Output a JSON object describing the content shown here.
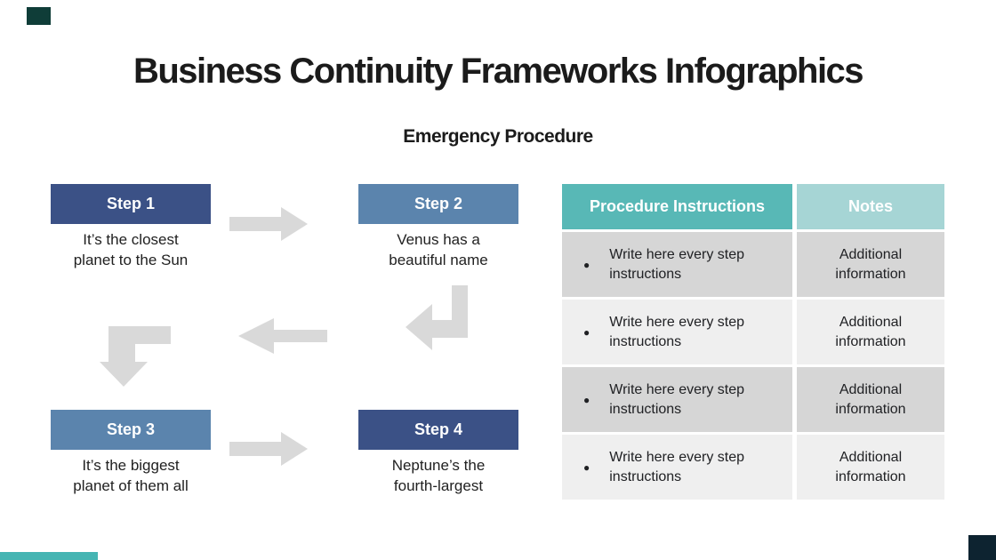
{
  "slide": {
    "title": "Business Continuity Frameworks Infographics",
    "subtitle": "Emergency Procedure"
  },
  "steps": [
    {
      "label": "Step 1",
      "caption": [
        "It’s the closest",
        "planet to the Sun"
      ]
    },
    {
      "label": "Step 2",
      "caption": [
        "Venus has a",
        "beautiful name"
      ]
    },
    {
      "label": "Step 3",
      "caption": [
        "It’s the biggest",
        "planet of them all"
      ]
    },
    {
      "label": "Step 4",
      "caption": [
        "Neptune’s the",
        "fourth-largest"
      ]
    }
  ],
  "table": {
    "headers": [
      "Procedure Instructions",
      "Notes"
    ],
    "bullet": "●",
    "rows": [
      {
        "instruction": [
          "Write here every step",
          "instructions"
        ],
        "note": [
          "Additional",
          "information"
        ]
      },
      {
        "instruction": [
          "Write here every step",
          "instructions"
        ],
        "note": [
          "Additional",
          "information"
        ]
      },
      {
        "instruction": [
          "Write here every step",
          "instructions"
        ],
        "note": [
          "Additional",
          "information"
        ]
      },
      {
        "instruction": [
          "Write here every step",
          "instructions"
        ],
        "note": [
          "Additional",
          "information"
        ]
      }
    ]
  },
  "colors": {
    "step_dark_blue": "#3b5186",
    "step_steel_blue": "#5b84ad",
    "header_teal": "#58b8b6",
    "header_light_teal": "#a6d5d5",
    "row_gray_dark": "#d6d6d6",
    "row_gray_light": "#efefef",
    "arrow_gray": "#d9d9d9",
    "bottom_bar_teal": "#45b5b3",
    "corner_dark_green": "#0f3d38",
    "corner_dark_navy": "#0d2330"
  }
}
